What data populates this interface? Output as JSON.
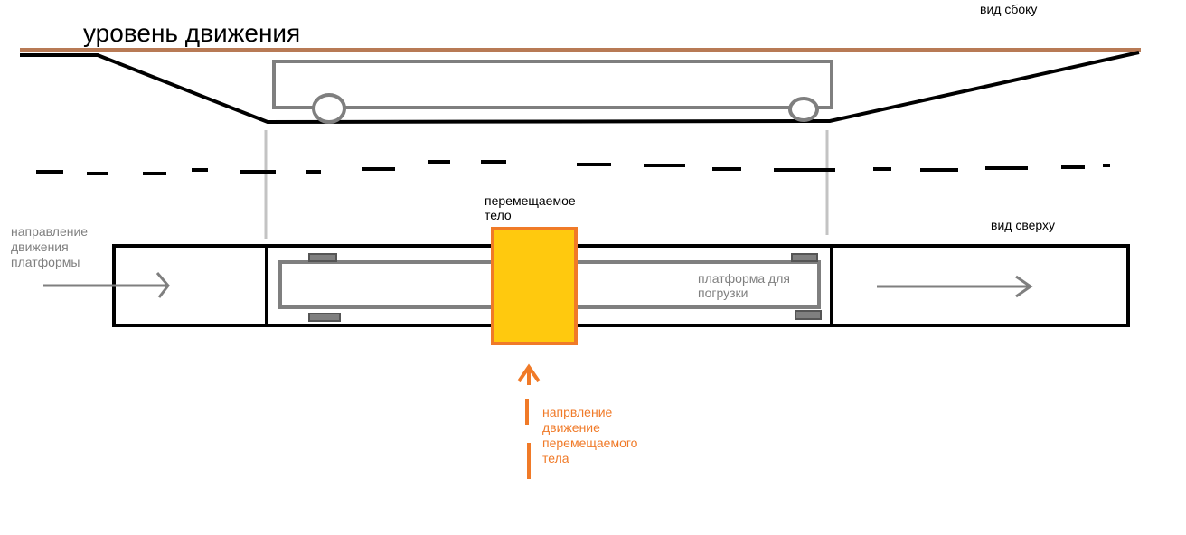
{
  "labels": {
    "title": "уровень движения",
    "side_view": "вид сбоку",
    "top_view": "вид сверху",
    "moving_body": "перемещаемое\nтело",
    "platform_direction": "направление\nдвижения\nплатформы",
    "loading_platform": "платформа для\nпогрузки",
    "body_direction": "напрвление\nдвижение\nперемещаемого\nтела"
  },
  "colors": {
    "ground_line": "#b87a55",
    "outline": "#000000",
    "platform": "#7f7f7f",
    "guide_lines": "#c3c3c3",
    "body_fill": "#ffc90e",
    "body_stroke": "#f07a28",
    "annotation_gray": "#7f7f7f",
    "annotation_orange": "#f07a28"
  }
}
